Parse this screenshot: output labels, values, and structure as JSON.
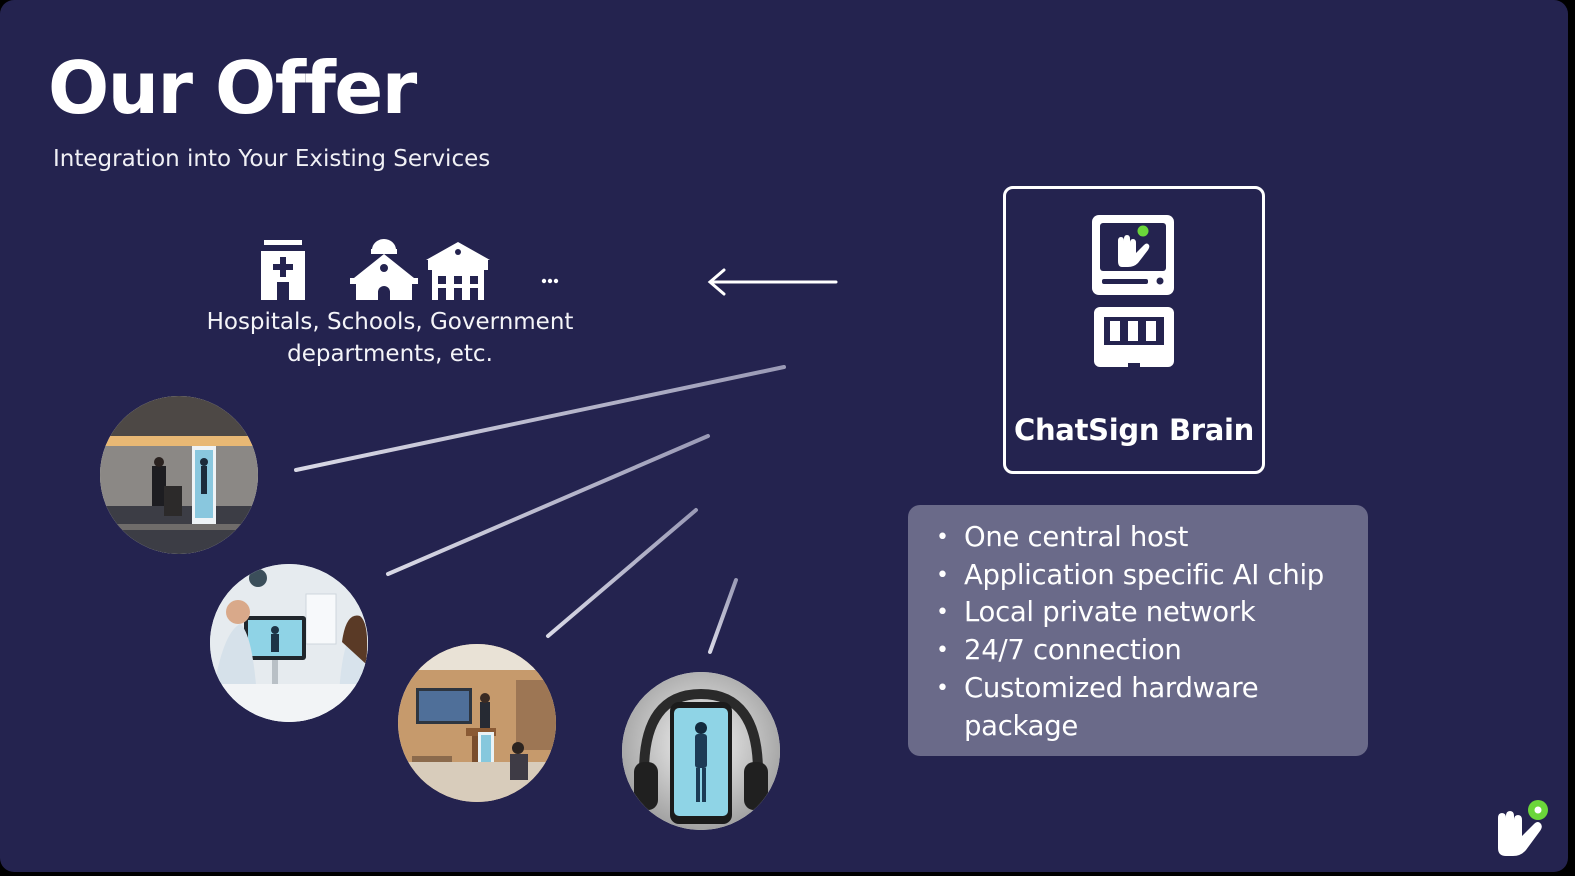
{
  "header": {
    "title": "Our Offer",
    "subtitle": "Integration into Your Existing Services"
  },
  "institutions": {
    "icons": [
      "hospital-icon",
      "school-icon",
      "government-building-icon",
      "ellipsis-icon"
    ],
    "label": "Hospitals, Schools, Government departments, etc."
  },
  "brain": {
    "label": "ChatSign Brain",
    "icons": [
      "monitor-hand-icon",
      "server-rack-icon"
    ]
  },
  "features": {
    "items": [
      "One central host",
      "Application specific AI chip",
      "Local private network",
      "24/7 connection",
      "Customized hardware package"
    ]
  },
  "scenes": [
    "conference-stage-photo",
    "clinic-consultation-photo",
    "classroom-photo",
    "smartphone-headphones-photo"
  ],
  "colors": {
    "background": "#24234f",
    "feature_box": "#6a6a89",
    "accent_green": "#6bd63a",
    "text": "#ffffff"
  }
}
